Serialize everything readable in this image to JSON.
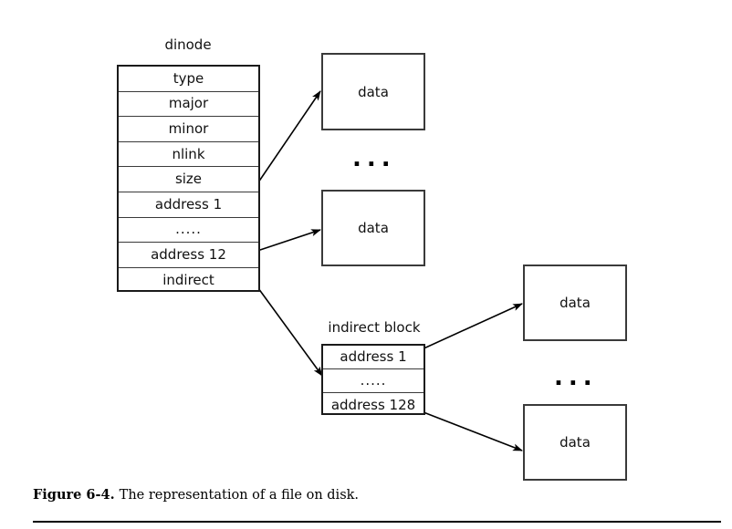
{
  "figure": {
    "number_label": "Figure 6-4.",
    "caption_text": "The representation of a file on disk."
  },
  "diagram": {
    "dinode": {
      "title": "dinode",
      "rows": [
        "type",
        "major",
        "minor",
        "nlink",
        "size",
        "address 1",
        ".....",
        "address 12",
        "indirect"
      ]
    },
    "indirect_block": {
      "title": "indirect block",
      "rows": [
        "address 1",
        ".....",
        "address 128"
      ]
    },
    "data_blocks": [
      {
        "label": "data"
      },
      {
        "label": "data"
      },
      {
        "label": "data"
      },
      {
        "label": "data"
      }
    ],
    "ellipses": [
      {
        "text": "..."
      },
      {
        "text": "..."
      }
    ]
  },
  "colors": {
    "background": "#ffffff",
    "stroke": "#1a1a1a",
    "box_stroke": "#3a3a3a",
    "text": "#111111",
    "rule": "#000000"
  }
}
